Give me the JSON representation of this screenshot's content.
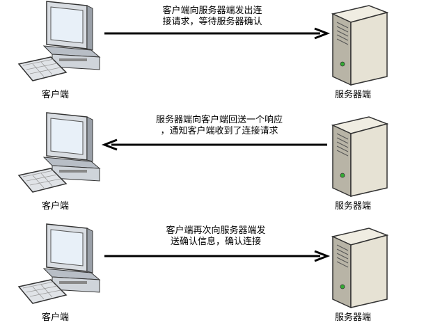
{
  "rows": [
    {
      "client_label": "客户端",
      "server_label": "服务器端",
      "message_line1": "客户端向服务器端发出连",
      "message_line2": "接请求，等待服务器确认",
      "direction": "to-server"
    },
    {
      "client_label": "客户端",
      "server_label": "服务器端",
      "message_line1": "服务器端向客户端回送一个响应",
      "message_line2": "，通知客户端收到了连接请求",
      "direction": "to-client"
    },
    {
      "client_label": "客户端",
      "server_label": "服务器端",
      "message_line1": "客户端再次向服务器端发",
      "message_line2": "送确认信息，确认连接",
      "direction": "to-server"
    }
  ],
  "icons": {
    "client": "desktop-computer-icon",
    "server": "server-tower-icon"
  },
  "colors": {
    "arrow": "#000000",
    "monitor_body": "#d9dde2",
    "screen": "#e8f0f8",
    "server_body": "#e6e2d4"
  }
}
